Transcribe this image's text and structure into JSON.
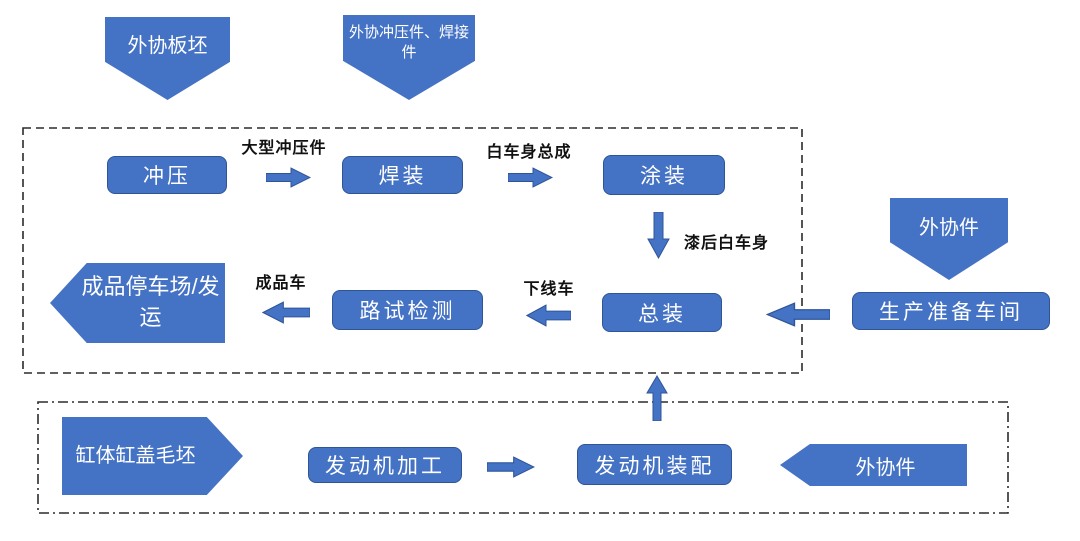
{
  "diagram": {
    "nodes": {
      "supply_blank": {
        "label": "外协板坯"
      },
      "supply_stamp_weld": {
        "label": "外协冲压件、焊接件"
      },
      "stamping": {
        "label": "冲压"
      },
      "welding": {
        "label": "焊装"
      },
      "painting": {
        "label": "涂装"
      },
      "assembly": {
        "label": "总装"
      },
      "road_test": {
        "label": "路试检测"
      },
      "finished_lot": {
        "label": "成品停车场/发运"
      },
      "prep_shop": {
        "label": "生产准备车间"
      },
      "supply_parts_right": {
        "label": "外协件"
      },
      "engine_blank": {
        "label": "缸体缸盖毛坯"
      },
      "engine_machining": {
        "label": "发动机加工"
      },
      "engine_assembly": {
        "label": "发动机装配"
      },
      "supply_parts_bottom": {
        "label": "外协件"
      }
    },
    "edge_labels": {
      "stamping_to_welding": "大型冲压件",
      "welding_to_painting": "白车身总成",
      "painting_to_assembly": "漆后白车身",
      "assembly_to_road_test": "下线车",
      "road_test_to_finished": "成品车"
    },
    "colors": {
      "shape_fill": "#4472C4",
      "shape_border": "#2F5597",
      "shape_text": "#FFFFFF",
      "edge_label_text": "#111111",
      "container_border": "#2B2B2B"
    }
  }
}
